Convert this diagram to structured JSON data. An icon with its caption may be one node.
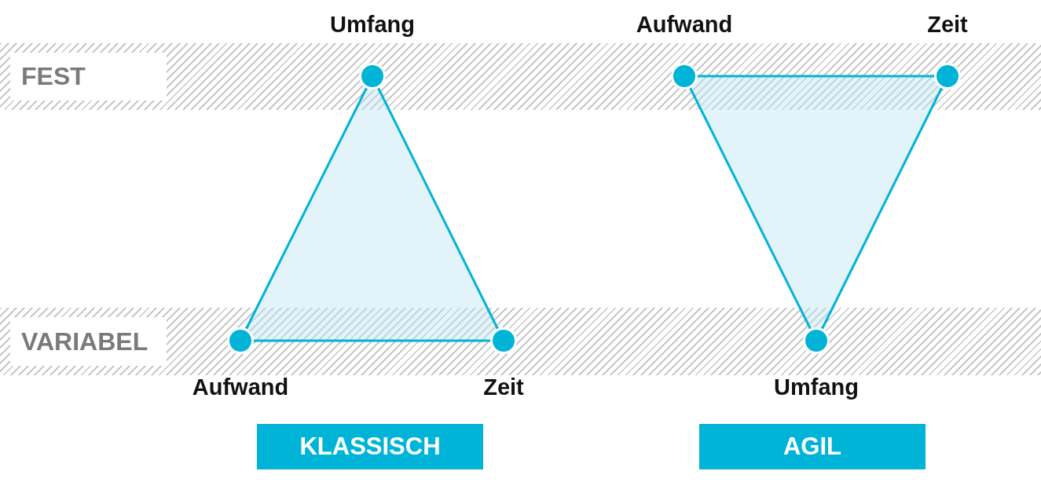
{
  "diagram": {
    "nodes": [
      {
        "text": [],
        "shape": "circle",
        "beside": [
          "Umfang"
        ]
      },
      {
        "text": [],
        "shape": "circle",
        "beside": [
          "Aufwand"
        ]
      },
      {
        "text": [],
        "shape": "circle",
        "beside": [
          "Zeit"
        ]
      },
      {
        "text": [],
        "shape": "circle",
        "beside": [
          "Aufwand"
        ]
      },
      {
        "text": [],
        "shape": "circle",
        "beside": [
          "Zeit"
        ]
      },
      {
        "text": [],
        "shape": "circle",
        "beside": [
          "Umfang"
        ]
      },
      {
        "text": [
          "KLASSISCH"
        ]
      },
      {
        "text": [
          "AGIL"
        ]
      }
    ],
    "edges": [
      {
        "from": 0,
        "to": 3,
        "arrow": "none"
      },
      {
        "from": 0,
        "to": 4,
        "arrow": "none"
      },
      {
        "from": 3,
        "to": 4,
        "arrow": "none"
      },
      {
        "from": 1,
        "to": 2,
        "arrow": "none"
      },
      {
        "from": 1,
        "to": 5,
        "arrow": "none"
      },
      {
        "from": 2,
        "to": 5,
        "arrow": "none"
      }
    ],
    "labels": [
      "FEST",
      "VARIABEL"
    ]
  }
}
